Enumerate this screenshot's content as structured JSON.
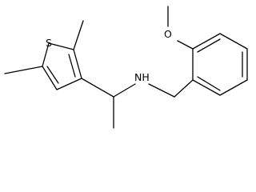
{
  "labels": {
    "sulfur": "S",
    "amine": "NH",
    "oxygen": "O"
  },
  "colors": {
    "bond": "#000000",
    "background": "#ffffff"
  }
}
